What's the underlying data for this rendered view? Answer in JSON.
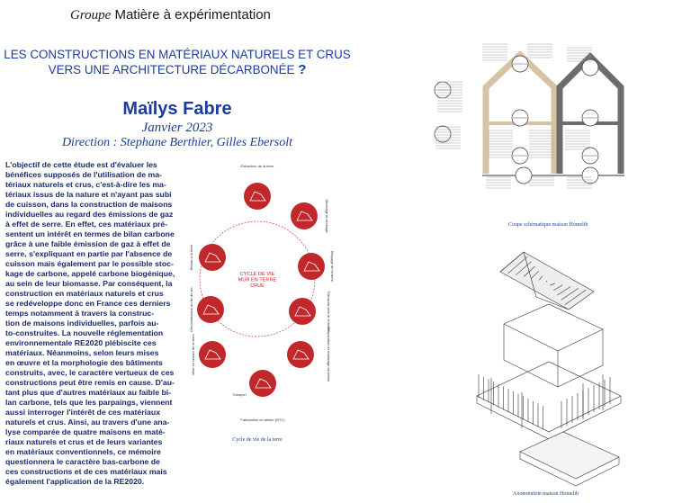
{
  "header": {
    "group_label": "Groupe",
    "group_name": "Matière à expérimentation"
  },
  "title": {
    "line1": "LES CONSTRUCTIONS EN MATÉRIAUX NATURELS ET CRUS",
    "line2": "VERS UNE ARCHITECTURE DÉCARBONÉE",
    "mark": "?"
  },
  "author": "Maïlys Fabre",
  "date": "Janvier 2023",
  "direction": "Direction : Stephane Berthier, Gilles Ebersolt",
  "abstract_lines": [
    "L'objectif de cette étude est d'évaluer les",
    "bénéfices supposés de l'utilisation de ma-",
    "tériaux naturels et crus, c'est-à-dire les ma-",
    "tériaux issus de la nature et n'ayant pas subi",
    "de cuisson, dans la construction de maisons",
    "individuelles au regard des émissions de gaz",
    "à effet de serre. En effet, ces matériaux pré-",
    "sentent un intérêt en termes de bilan carbone",
    "grâce à une faible émission de gaz à effet de",
    "serre, s'expliquant en partie par l'absence de",
    "cuisson mais également par le possible stoc-",
    "kage de carbone, appelé carbone biogénique,",
    "au sein de leur biomasse. Par conséquent, la",
    "construction en matériaux naturels et crus",
    "se redéveloppe donc en France ces derniers",
    "temps notamment à travers la construc-",
    "tion de maisons individuelles, parfois au-",
    "to-construites. La nouvelle réglementation",
    "environnementale RE2020 plébiscite ces",
    "matériaux. Néanmoins, selon leurs mises",
    "en œuvre et la morphologie des bâtiments",
    "construits, avec, le caractère vertueux de ces",
    "constructions peut être remis en cause. D'au-",
    "tant plus que d'autres matériaux au faible bi-",
    "lan carbone, tels que les parpaings, viennent",
    "aussi interroger l'intérêt de ces matériaux",
    "naturels et crus. Ainsi, au travers d'une ana-",
    "lyse comparée de quatre maisons en maté-",
    "riaux naturels et crus et de leurs variantes",
    "en matériaux conventionnels, ce mémoire",
    "questionnera le caractère bas-carbone de",
    "ces constructions et de ces matériaux mais",
    "également l'application de la RE2020."
  ],
  "cycle": {
    "center_label": "CYCLE DE VIE MUR EN TERRE CRUE",
    "caption": "Cycle de vie de la terre",
    "steps": [
      "Extraction de la terre",
      "Stockage et séchage",
      "Broyage de la terre",
      "Transport vers le chantier",
      "Préparation et malaxage du béton",
      "Fabrication en atelier (BTC)",
      "Transport",
      "Mise en œuvre de la terre",
      "Déconstruction en fin de vie",
      "Retour à la terre"
    ],
    "colors": {
      "node": "#c0282c",
      "ring": "#d9534f",
      "text": "#333333"
    }
  },
  "section": {
    "caption": "Coupe schématique maison Homelib",
    "tan": "#d8c2a6",
    "grey": "#6d6d6d"
  },
  "axo": {
    "caption": "Axonométrie maison Homelib"
  },
  "colors": {
    "brand_blue": "#1a3c9c",
    "abstract_text": "#1a2a6c"
  }
}
